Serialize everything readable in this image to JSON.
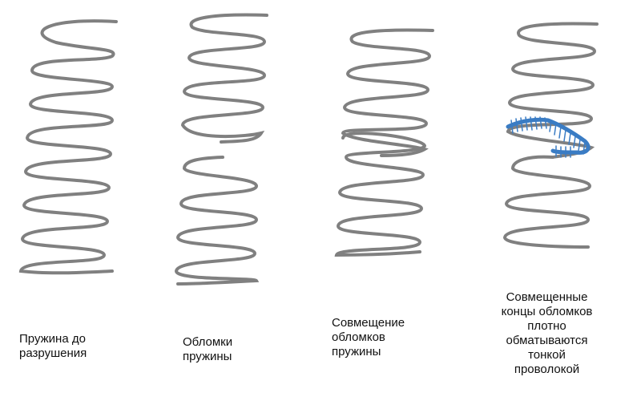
{
  "panels": [
    {
      "id": "intact",
      "caption": [
        "Пружина до",
        "разрушения"
      ]
    },
    {
      "id": "broken",
      "caption": [
        "Обломки",
        "пружины"
      ]
    },
    {
      "id": "aligned",
      "caption": [
        "Совмещение",
        "обломков",
        "пружины"
      ]
    },
    {
      "id": "wrapped",
      "caption": [
        "Совмещенные",
        "концы обломков",
        "плотно",
        "обматываются",
        "тонкой",
        "проволокой"
      ]
    }
  ],
  "colors": {
    "spring": "#808080",
    "wire": "#3a7cc4",
    "text": "#111111"
  }
}
